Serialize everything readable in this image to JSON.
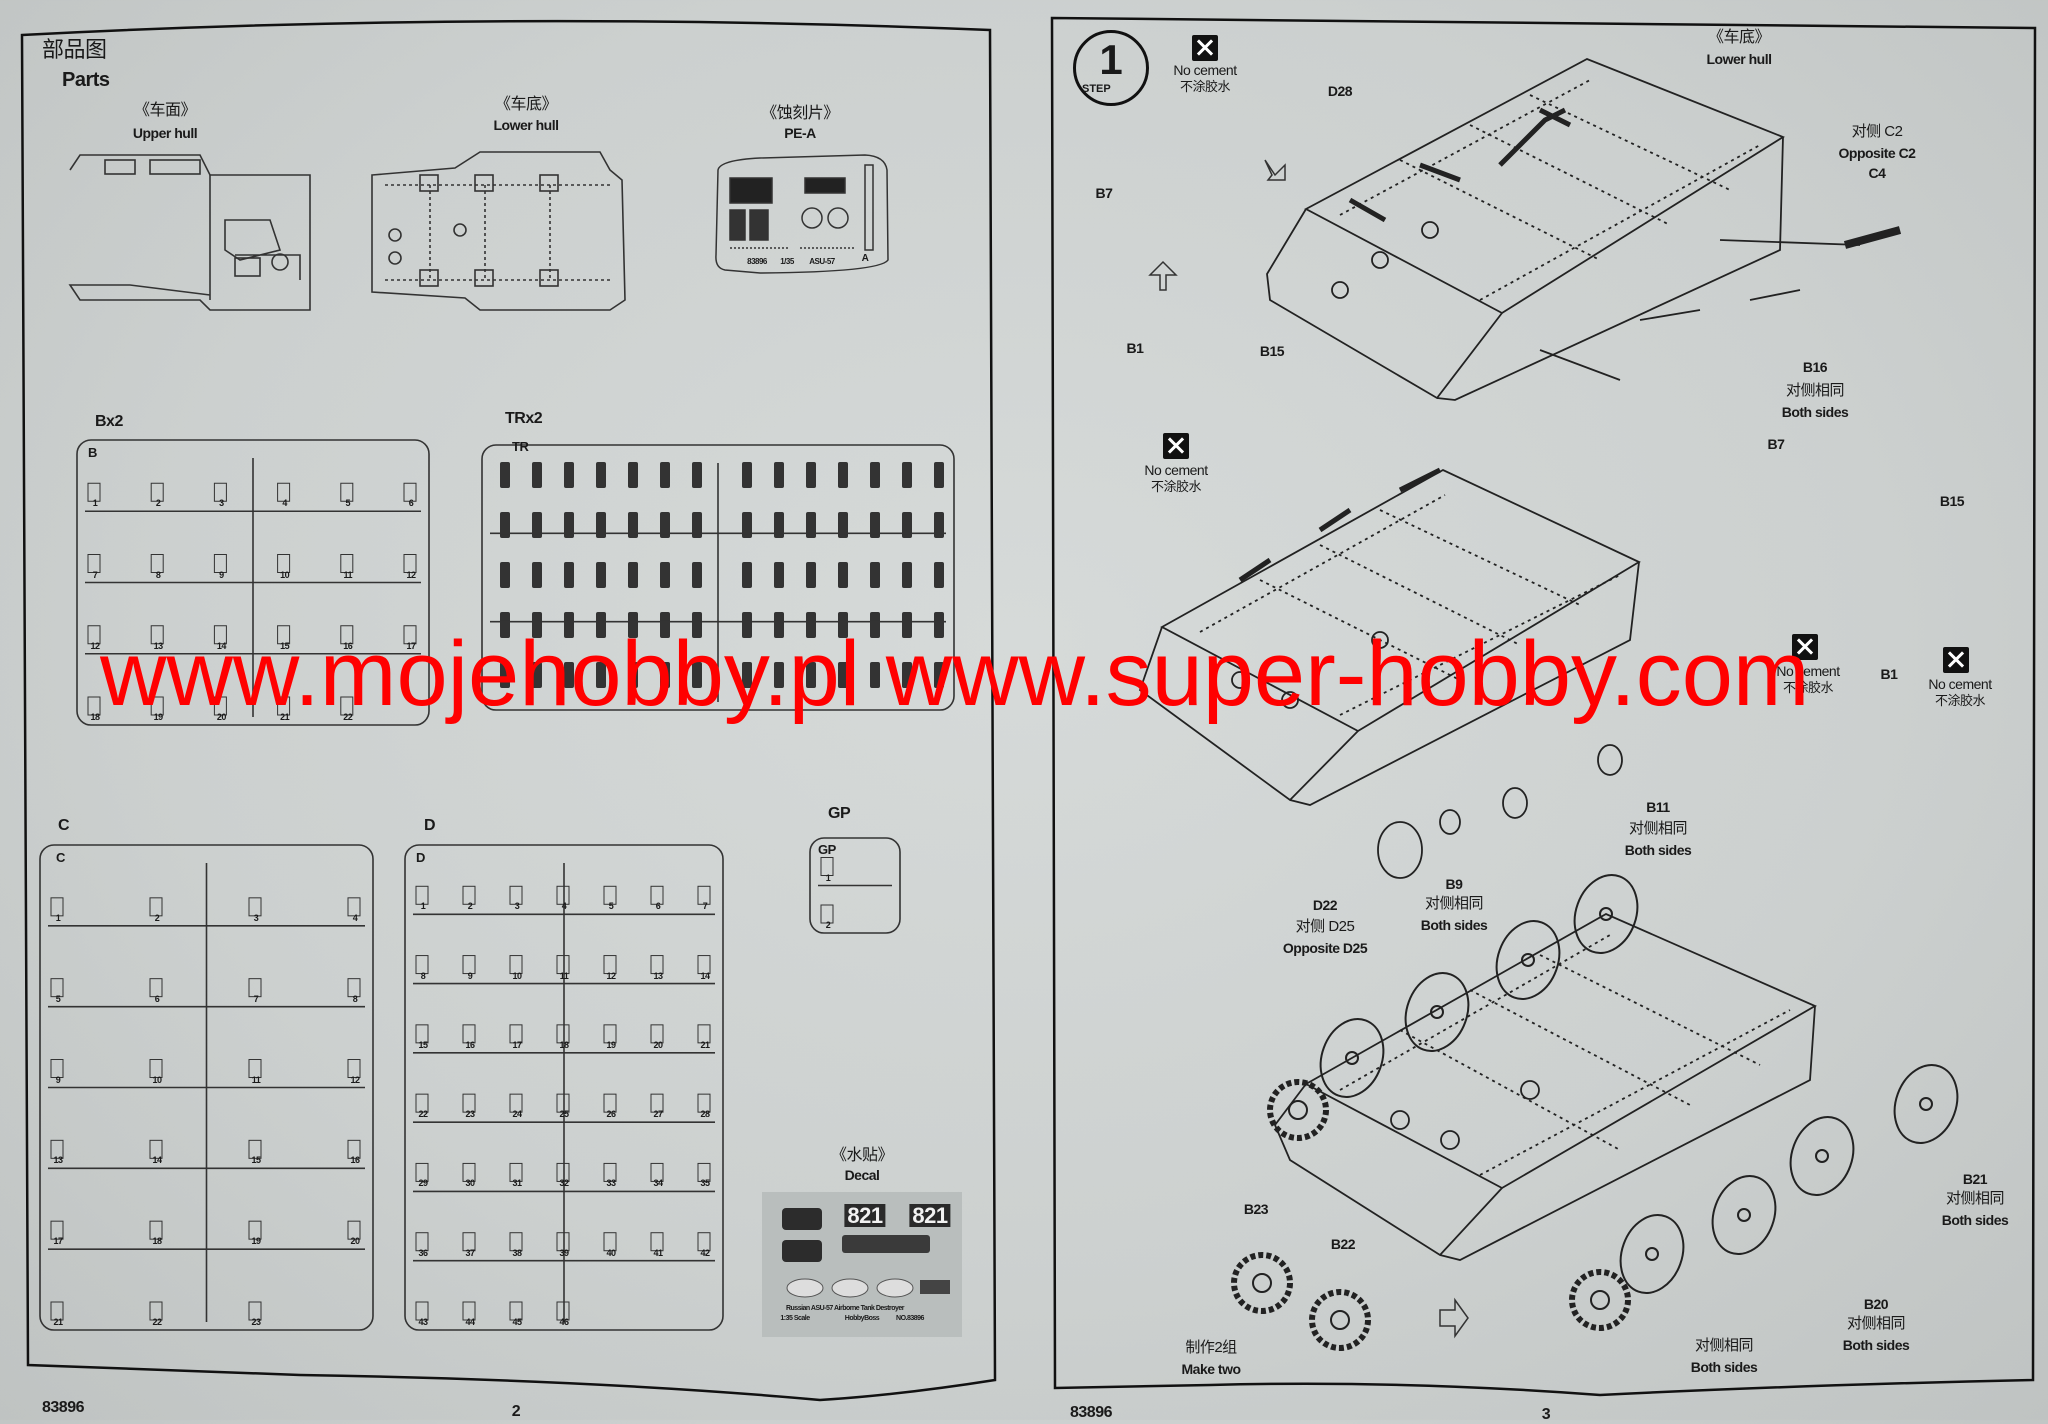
{
  "left_page": {
    "title_cn": "部品图",
    "title_en": "Parts",
    "upper_hull": {
      "cn": "《车面》",
      "en": "Upper hull"
    },
    "lower_hull": {
      "cn": "《车底》",
      "en": "Lower hull"
    },
    "photo_etch": {
      "cn": "《蚀刻片》",
      "en": "PE-A",
      "marks": [
        "83896",
        "1/35",
        "ASU-57",
        "A"
      ]
    },
    "sprues": {
      "B": {
        "label": "Bx2",
        "tag": "B",
        "parts": [
          1,
          2,
          3,
          4,
          5,
          6,
          7,
          8,
          9,
          10,
          11,
          12,
          12,
          13,
          14,
          15,
          16,
          17,
          18,
          19,
          20,
          21,
          22
        ]
      },
      "TR": {
        "label": "TRx2",
        "tag": "TR"
      },
      "C": {
        "label": "C",
        "tag": "C",
        "parts": [
          1,
          2,
          3,
          4,
          5,
          6,
          7,
          8,
          9,
          10,
          11,
          12,
          13,
          14,
          15,
          16,
          17,
          18,
          19,
          20,
          21,
          22,
          23
        ]
      },
      "D": {
        "label": "D",
        "tag": "D",
        "parts": [
          1,
          2,
          3,
          4,
          5,
          6,
          7,
          8,
          9,
          10,
          11,
          12,
          13,
          14,
          15,
          16,
          17,
          18,
          19,
          20,
          21,
          22,
          23,
          24,
          25,
          26,
          27,
          28,
          29,
          30,
          31,
          32,
          33,
          34,
          35,
          36,
          37,
          38,
          39,
          40,
          41,
          42,
          43,
          44,
          45,
          46
        ]
      },
      "GP": {
        "label": "GP",
        "tag": "GP",
        "parts": [
          1,
          2
        ]
      }
    },
    "decal": {
      "cn": "《水贴》",
      "en": "Decal",
      "markings": [
        "821",
        "821"
      ],
      "caption": [
        "Russian ASU-57 Airborne Tank Destroyer",
        "1:35 Scale",
        "HobbyBoss",
        "NO.83896"
      ]
    },
    "footer": {
      "code": "83896",
      "page": "2"
    }
  },
  "right_page": {
    "step": {
      "number": "1",
      "word": "STEP"
    },
    "callouts": {
      "no_cement_1": {
        "en": "No cement",
        "cn": "不涂胶水"
      },
      "d28": "D28",
      "b7_top": "B7",
      "lower_hull": {
        "cn": "《车底》",
        "en": "Lower hull"
      },
      "opposite_c2": {
        "cn": "对侧 C2",
        "en": "Opposite C2",
        "part": "C4"
      },
      "b1_left": "B1",
      "b15_left": "B15",
      "no_cement_2": {
        "en": "No cement",
        "cn": "不涂胶水"
      },
      "b16": {
        "part": "B16",
        "cn": "对侧相同",
        "en": "Both sides"
      },
      "b7_mid": "B7",
      "b15_right": "B15",
      "no_cement_3": {
        "en": "No cement",
        "cn": "不涂胶水"
      },
      "b1_right": "B1",
      "no_cement_4": {
        "en": "No cement",
        "cn": "不涂胶水"
      },
      "b11": {
        "part": "B11",
        "cn": "对侧相同",
        "en": "Both sides"
      },
      "b9": {
        "part": "B9",
        "cn": "对侧相同",
        "en": "Both sides"
      },
      "d22": {
        "part": "D22",
        "cn": "对侧 D25",
        "en": "Opposite D25"
      },
      "b23": "B23",
      "b22": "B22",
      "make_two": {
        "cn": "制作2组",
        "en": "Make two"
      },
      "sprocket_both": {
        "cn": "对侧相同",
        "en": "Both sides"
      },
      "b20": {
        "part": "B20",
        "cn": "对侧相同",
        "en": "Both sides"
      },
      "b21": {
        "part": "B21",
        "cn": "对侧相同",
        "en": "Both sides"
      }
    },
    "footer": {
      "code": "83896",
      "page": "3"
    }
  },
  "watermark": "www.mojehobby.pl  www.super-hobby.com",
  "colors": {
    "paper": "#cfd3d2",
    "ink": "#1a1a1a",
    "watermark": "#ff0000"
  }
}
